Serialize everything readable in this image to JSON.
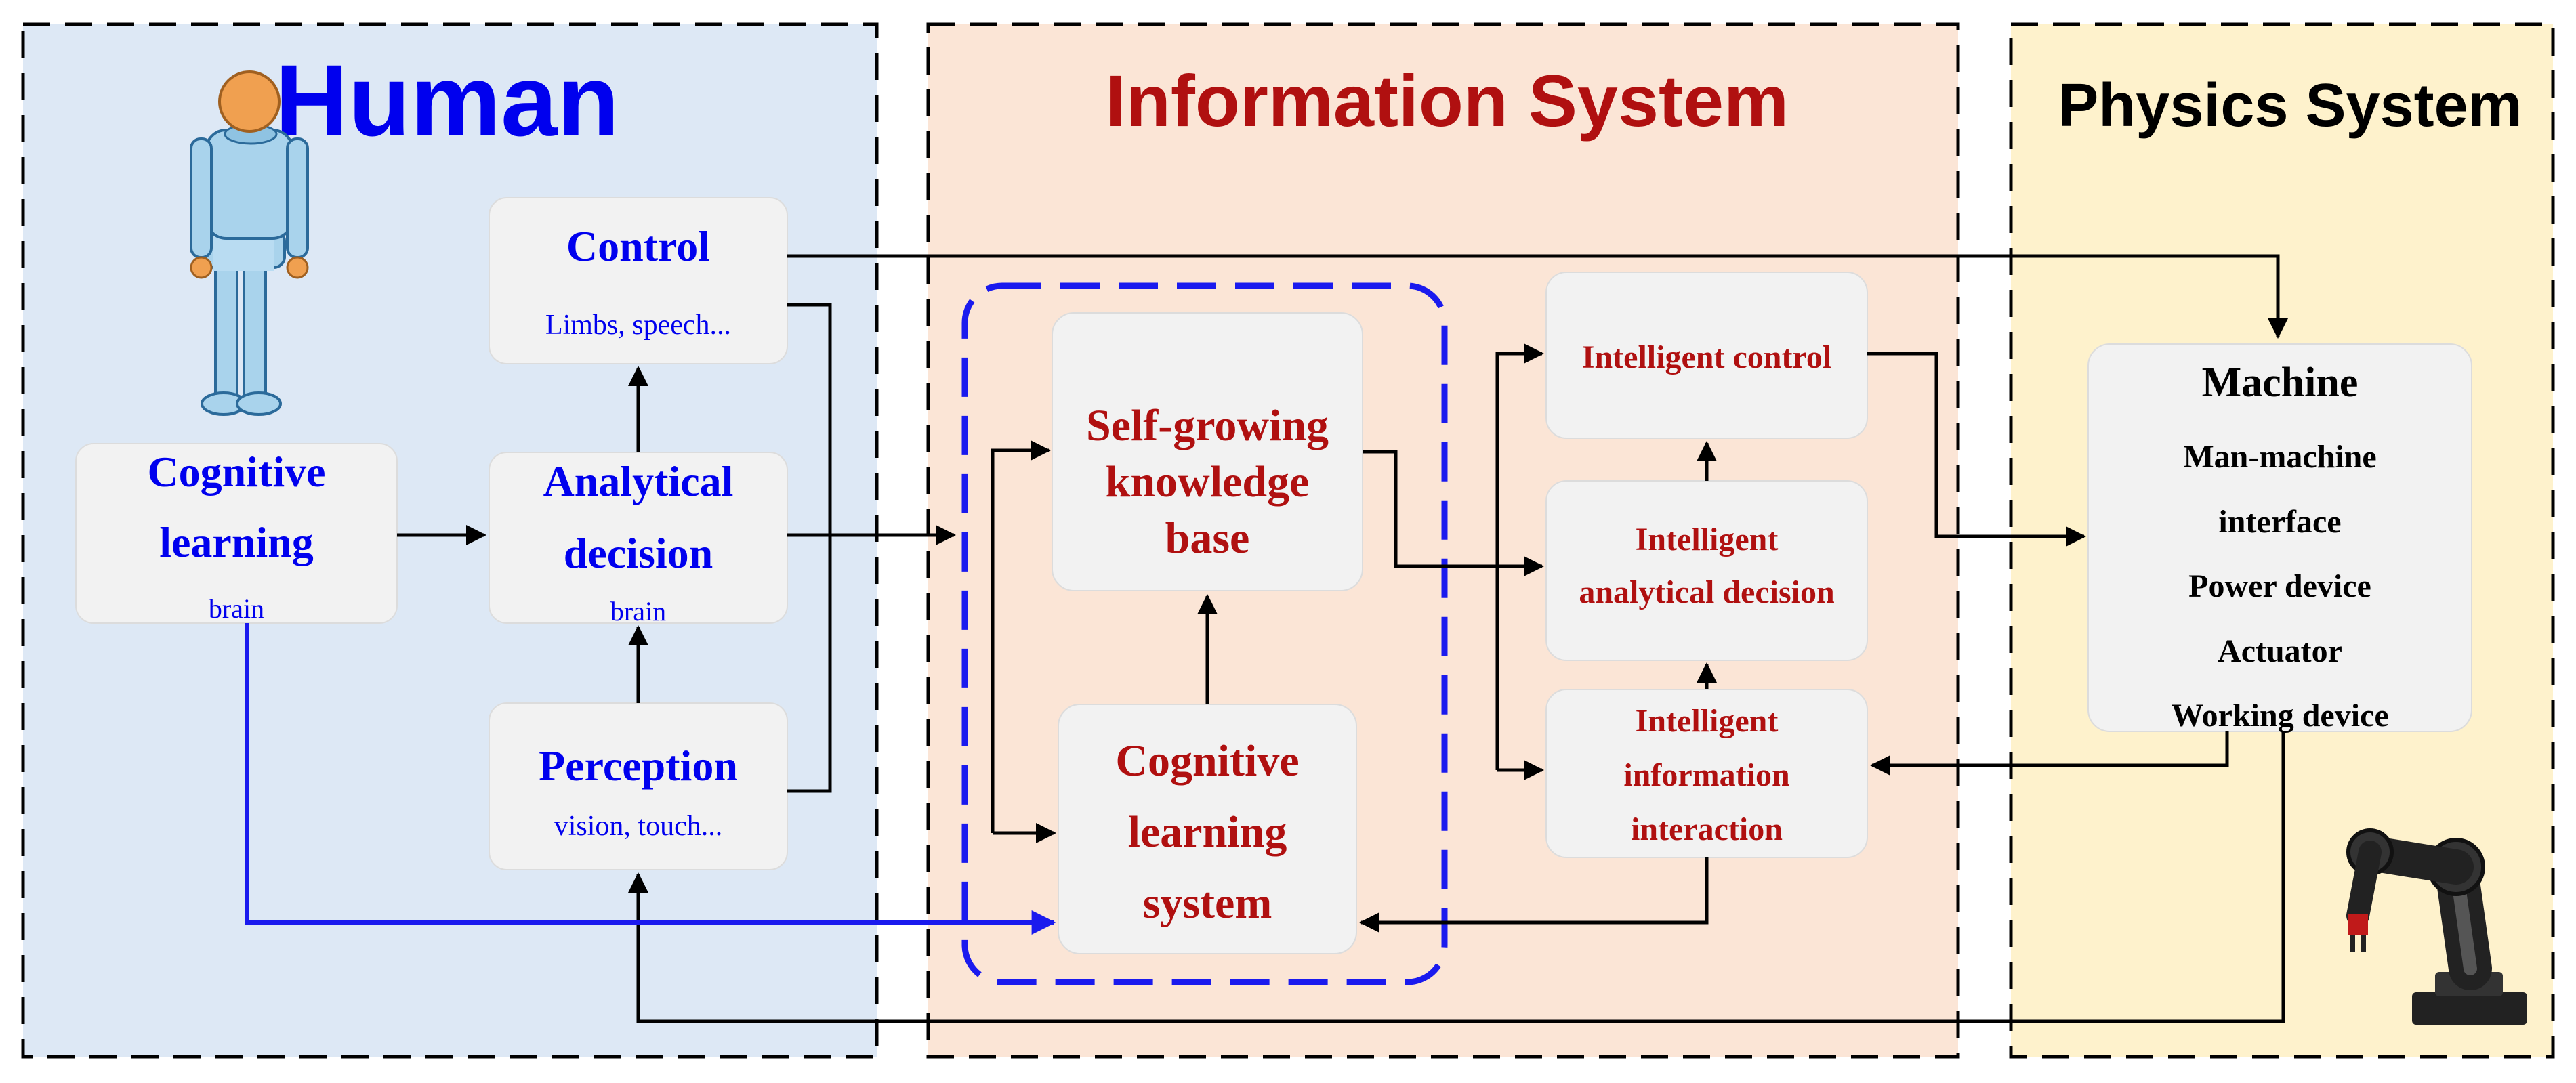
{
  "panels": {
    "human": {
      "title": "Human"
    },
    "info": {
      "title": "Information System"
    },
    "physics": {
      "title": "Physics System"
    }
  },
  "human": {
    "cognitive": {
      "line1": "Cognitive",
      "line2": "learning",
      "sub": "brain"
    },
    "control": {
      "title": "Control",
      "sub": "Limbs, speech..."
    },
    "analytical": {
      "line1": "Analytical",
      "line2": "decision",
      "sub": "brain"
    },
    "perception": {
      "title": "Perception",
      "sub": "vision, touch..."
    }
  },
  "info": {
    "knowledge": {
      "line1": "Self-growing",
      "line2": "knowledge",
      "line3": "base"
    },
    "cls": {
      "line1": "Cognitive",
      "line2": "learning",
      "line3": "system"
    },
    "ictrl": {
      "title": "Intelligent control"
    },
    "iad": {
      "line1": "Intelligent",
      "line2": "analytical decision"
    },
    "iii": {
      "line1": "Intelligent",
      "line2": "information",
      "line3": "interaction"
    }
  },
  "machine": {
    "title": "Machine",
    "items": [
      "Man-machine",
      "interface",
      "Power device",
      "Actuator",
      "Working device"
    ]
  },
  "icons": [
    "human-figure-icon",
    "robot-arm-icon"
  ],
  "colors": {
    "human_bg": "#dde8f5",
    "info_bg": "#fbe5d6",
    "physics_bg": "#fef2cc",
    "box_bg": "#f2f2f2",
    "human_text": "#0000ee",
    "info_text": "#b01010",
    "physics_text": "#000000",
    "blue_line": "#1a1aee"
  }
}
